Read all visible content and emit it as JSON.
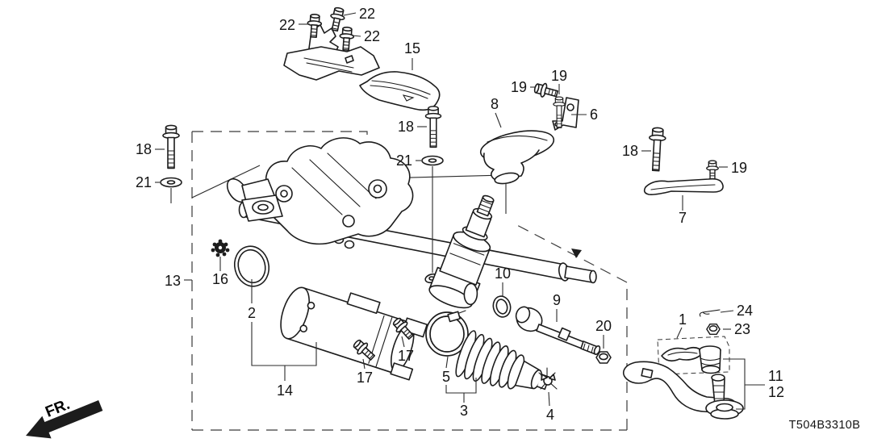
{
  "diagram": {
    "code": "T504B3310B",
    "direction_indicator": "FR."
  },
  "labels": {
    "l22a": "22",
    "l22b": "22",
    "l22c": "22",
    "l15": "15",
    "l18L": "18",
    "l21L": "21",
    "l18M": "18",
    "l21M": "21",
    "l19a": "19",
    "l19b": "19",
    "l8": "8",
    "l6": "6",
    "l18R": "18",
    "l19c": "19",
    "l7": "7",
    "l13": "13",
    "l16": "16",
    "l2": "2",
    "l14": "14",
    "l17a": "17",
    "l17b": "17",
    "l5": "5",
    "l3": "3",
    "l4": "4",
    "l10": "10",
    "l9": "9",
    "l20": "20",
    "l1": "1",
    "l24": "24",
    "l23": "23",
    "l11": "11",
    "l12": "12"
  }
}
